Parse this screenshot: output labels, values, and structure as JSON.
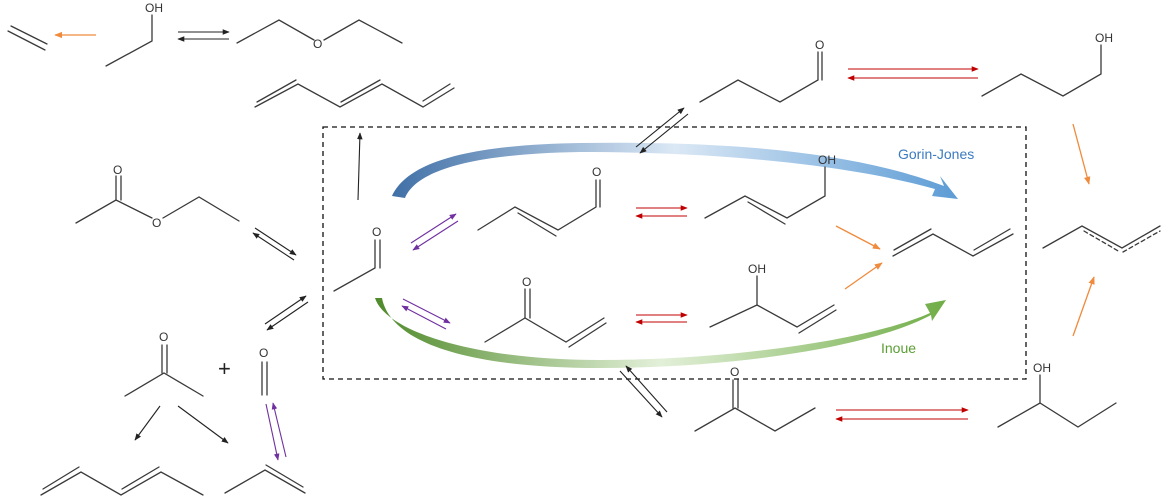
{
  "atoms": {
    "oh": "OH",
    "o": "O"
  },
  "plus_sign": "+",
  "route_labels": {
    "gorin_jones": "Gorin-Jones",
    "inoue": "Inoue"
  },
  "colors": {
    "bond": "#3a3a3a",
    "black_arrow": "#222222",
    "orange_arrow": "#f08a3c",
    "red_arrow": "#c00000",
    "purple_arrow": "#7030a0",
    "gorin_jones": "#3b7bbf",
    "inoue": "#5a9e34",
    "dashed_box": "#111111"
  }
}
